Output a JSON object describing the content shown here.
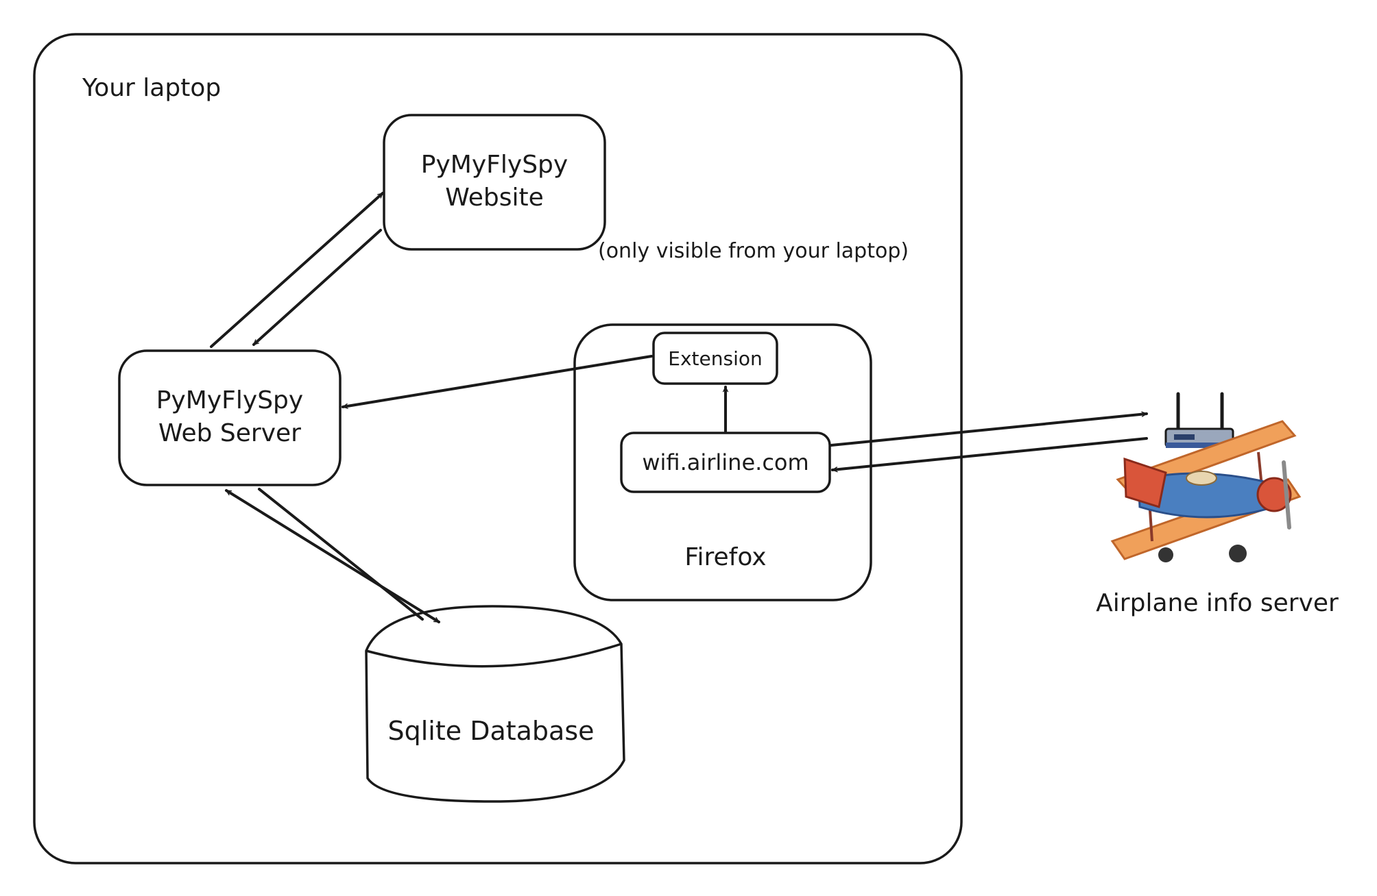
{
  "laptop": {
    "label": "Your laptop"
  },
  "website": {
    "line1": "PyMyFlySpy",
    "line2": "Website",
    "note": "(only visible from your laptop)"
  },
  "web_server": {
    "line1": "PyMyFlySpy",
    "line2": "Web Server"
  },
  "database": {
    "label": "Sqlite Database"
  },
  "firefox": {
    "label": "Firefox",
    "extension": "Extension",
    "site": "wifi.airline.com"
  },
  "airplane": {
    "label": "Airplane info server",
    "router_icon": "wifi-router-icon",
    "plane_icon": "biplane-icon"
  },
  "colors": {
    "plane_red": "#d9553a",
    "plane_orange": "#f0a05a",
    "plane_blue": "#4a7fc0",
    "router_blue": "#3a5a9a"
  }
}
